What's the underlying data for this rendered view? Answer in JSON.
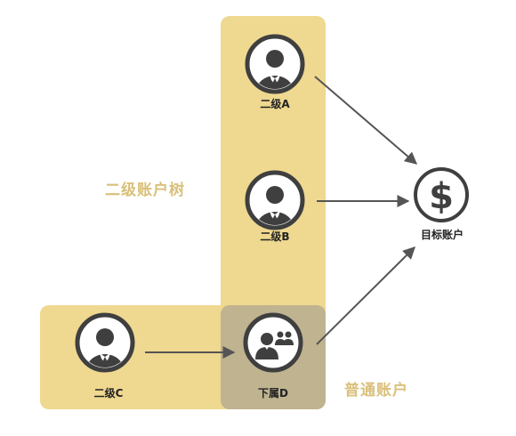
{
  "nodes": {
    "a": {
      "label": "二级A",
      "icon": "person-icon"
    },
    "b": {
      "label": "二级B",
      "icon": "person-icon"
    },
    "c": {
      "label": "二级C",
      "icon": "person-icon"
    },
    "d": {
      "label": "下属D",
      "icon": "group-of-people-icon"
    },
    "target": {
      "label": "目标账户",
      "icon": "dollar-icon"
    }
  },
  "regions": {
    "tree": {
      "label": "二级账户树"
    },
    "normal": {
      "label": "普通账户"
    }
  },
  "colors": {
    "region_fill": "#efd890",
    "region_overlap": "#bfb390",
    "region_label": "#d9c07a",
    "node_ring": "#3f3f3f",
    "node_fill": "#ffffff",
    "text": "#222222",
    "arrow": "#555555"
  }
}
